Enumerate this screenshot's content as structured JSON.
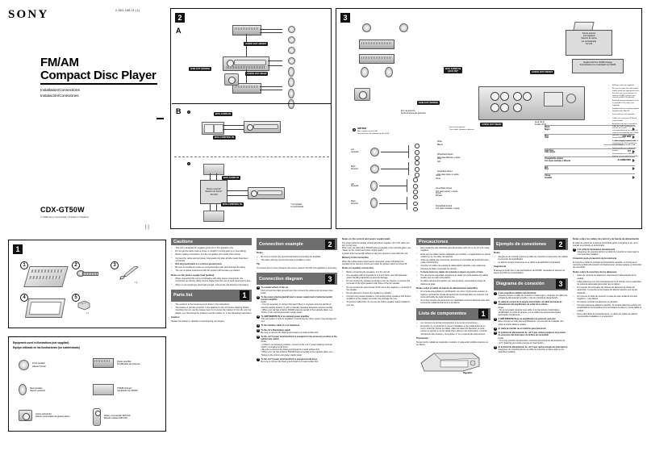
{
  "document": {
    "brand": "SONY",
    "part_number": "2-663-188-21 (1)",
    "title_line1": "FM/AM",
    "title_line2": "Compact Disc Player",
    "subtitle_en": "Installation/Connections",
    "subtitle_es": "Instalación/Conexiones",
    "model": "CDX-GT50W",
    "copyright": "© 2006 Sony Corporation   Printed in Thailand"
  },
  "panels": {
    "p1": "1",
    "p2": "2",
    "p3": "3"
  },
  "panel1": {
    "parts": [
      {
        "ref": "1",
        "name": "mounting-bracket"
      },
      {
        "ref": "2",
        "name": "screws"
      },
      {
        "ref": "3",
        "name": "release-key",
        "qty": "× 2"
      },
      {
        "ref": "4",
        "name": "trim-frame"
      },
      {
        "ref": "5",
        "name": "protector",
        "qty": "× 1"
      }
    ]
  },
  "equipment": {
    "title_en": "Equipment used in illustrations (not supplied)",
    "title_es": "Equipo utilizado en las ilustraciones (no suministrado)",
    "items": [
      {
        "en": "Front speaker",
        "es": "Altavoz frontal",
        "icon": "speaker-round-icon"
      },
      {
        "en": "Power amplifier",
        "es": "Amplificador de potencia",
        "icon": "amplifier-icon"
      },
      {
        "en": "Rear speaker",
        "es": "Altavoz posterior",
        "icon": "speaker-oval-icon"
      },
      {
        "en": "CD/MD changer",
        "es": "Cambiador de CD/MD",
        "icon": "changer-icon"
      },
      {
        "en": "Active subwoofer",
        "es": "Altavoz potenciador de graves activo",
        "icon": "subwoofer-icon"
      },
      {
        "en": "Rotary commander RM-X4S",
        "es": "Mando rotatorio RM-X4S",
        "icon": "rotary-commander-icon"
      }
    ]
  },
  "panel2": {
    "section_a": "A",
    "section_b": "B",
    "labels": {
      "audio_out_front": "AUDIO OUT FRONT",
      "audio_out_rear": "AUDIO OUT REAR",
      "sub_out_mono": "SUB OUT (MONO)",
      "bus_audio_in": "BUS AUDIO IN",
      "bus_control_in": "BUS CONTROL IN"
    },
    "source_selector": "Source selector*\nSelector de fuente*\nXA-C30",
    "footnote": "* not supplied\n  no suministrado"
  },
  "panel3": {
    "labels": {
      "bus_audio_in": "BUS AUDIO IN\n(AUX IN)*",
      "audio_out_front": "AUDIO OUT FRONT",
      "audio_out_rear": "AUDIO OUT REAR",
      "sub_out_mono": "SUB OUT (MONO)",
      "bus_control_in": "BUS CONTROL IN",
      "antenna": "from car antenna\ndesde la antena del automóvil",
      "fuse": "Fuse (10 A)\nFusible (10 A)",
      "amp_rem": "AMP REM",
      "amp_rem_note": "Max. supply current 0.3 A\nCorriente máx. de alimentación de 0,3 A",
      "fuse_note": "Fuse (wire) optional\nCon fusible, alambre y diversos",
      "supplied_box": "Supplied with the CD/MD changer\nSuministrado con el cambiador de CD/MD",
      "source_selector_box": "Source selector\n(not supplied)\nSelector de fuente\n(no suministrado)\nXA-C30"
    },
    "speakers": [
      {
        "pos_en": "Left",
        "pos_es": "Izquierda",
        "type": "front",
        "wire_en": "White",
        "wire_es": "Blanco",
        "stripe_en": "White/black striped",
        "stripe_es": "Con rayas blancas y negras"
      },
      {
        "pos_en": "Right",
        "pos_es": "Derecha",
        "type": "front",
        "wire_en": "Gray",
        "wire_es": "Gris",
        "stripe_en": "Gray/black striped",
        "stripe_es": "Con rayas grises y negras"
      },
      {
        "pos_en": "Left",
        "pos_es": "Izquierda",
        "type": "rear",
        "wire_en": "Green",
        "wire_es": "Verde",
        "stripe_en": "Green/black striped",
        "stripe_es": "Con rayas verdes y negras"
      },
      {
        "pos_en": "Right",
        "pos_es": "Derecha",
        "type": "rear",
        "wire_en": "Purple",
        "wire_es": "Morado",
        "stripe_en": "Purple/black striped",
        "stripe_es": "Con rayas moradas y negras"
      }
    ],
    "power_leads": [
      {
        "en": "Black",
        "es": "Negro",
        "mark": "⏚",
        "fn": ""
      },
      {
        "en": "Blue",
        "es": "Azul",
        "mark": "",
        "fn": "ANT REM",
        "note_en": "Max. supply current 0.1 A",
        "note_es": "Corriente máx. de alimentación de 0,1 A"
      },
      {
        "en": "Light blue",
        "es": "Azul celeste",
        "mark": "",
        "fn": "ATT"
      },
      {
        "en": "Orange/white striped",
        "es": "Con rayas naranjas y blancas",
        "mark": "",
        "fn": "ILLUMINATION"
      },
      {
        "en": "Red",
        "es": "Rojo",
        "mark": "",
        "fn": ""
      },
      {
        "en": "Yellow",
        "es": "Amarillo",
        "mark": "",
        "fn": ""
      }
    ],
    "notes_right_en": [
      "RCA pin cord (not supplied)",
      "Be sure to match the color-coded and/or audio line appropriate jacks from the unit. If you connect an optional CD/MD changer, you cannot use AUX IN terminal.",
      "Auxiliary optional equipment such as portable DVD player (not supplied)",
      "Supplied with the auxiliary adaptor",
      "Supplied with XA-C30",
      "Insert with the cord upwards."
    ],
    "notes_right_es": [
      "Cable con conectores RCA (no suministrado)",
      "Asegúrese de hacer coincidir el cable de audio codificado con colores en la toma correspondiente de la unidad. Si conecta un cambiador de CD/MD opcional, no podrá utilizar el terminal AUX IN.",
      "Equipo opcional auxiliar como un reproductor de DVD portátil (no suministrado)",
      "Suministrado con el adaptador auxiliar",
      "Suministrado con el XA-C30",
      "Insertar con el cable hacia arriba."
    ]
  },
  "col_en": {
    "cautions": {
      "heading": "Cautions",
      "items": [
        "This unit is designed for negative ground 12 V DC operation only.",
        "Do not get the leads under a screw, or caught in moving parts (e.g. seat railing).",
        "Before making connections, turn the car ignition off to avoid short circuits.",
        "Connect the yellow and red power input leads only after all other leads have been connected.",
        "Run all ground leads to a common ground point.",
        "Be sure to insulate any loose un-connected wires with electrical tape for safety.",
        "The use of optical instruments with this product will increase eye hazard."
      ],
      "sub": "Notes on the power supply lead (yellow)",
      "subitems": [
        "When connecting this unit in combination with other stereo components, the connected car circuit's rating must be higher than the sum of each component's fuse.",
        "When no car circuits are rated high enough, connect the unit directly to the battery."
      ]
    },
    "parts_list": {
      "heading": "Parts list",
      "panel": "1",
      "items": [
        "The numbers in the list are keyed to those in the instructions.",
        "The bracket ① and the protector ② are attached to the unit before shipping. Before mounting the unit, use the release keys ③ to remove the bracket ① from the unit. For details, see \"Removing the protector and the bracket ②\" in the Operating Instructions."
      ],
      "caution_title": "Caution",
      "caution_text": "Handle the bracket ① carefully to avoid injuring your fingers."
    },
    "connection_example": {
      "heading": "Connection example",
      "panel": "2",
      "notes": [
        "Be sure to connect the ground lead before connecting the amplifier.",
        "The alarm will only sound if the built-in amplifier is used."
      ],
      "tip_title": "Tip",
      "tip_text": "To connect two or more changers, the source selector XA-C30 (not supplied) is necessary."
    },
    "connection_diagram": {
      "heading": "Connection diagram",
      "panel": "3",
      "items": [
        {
          "num": "1",
          "title": "To a metal surface of the car",
          "text": "First connect the black ground lead, then connect the yellow and red power input leads."
        },
        {
          "num": "2",
          "title": "To the power antenna (aerial) lead or power supply lead of antenna (aerial) booster amplifier",
          "text": "Notes\n• It is not necessary to connect this lead if there is no power antenna (aerial) or antenna (aerial) booster, or with a manually operated telescopic antenna (aerial).\n• When your car has a built-in FM/AM antenna (aerial) in the rear/side glass, see \"Notes on the control and power supply leads.\""
        },
        {
          "num": "3",
          "title": "To AMP REMOTE IN of an optional power amplifier",
          "text": "This connection is only for amplifiers. Connecting any other system may damage the unit."
        },
        {
          "num": "4",
          "title": "To the interface cable of a car telephone"
        },
        {
          "num": "5",
          "title": "To the car's illumination signal",
          "text": "Be sure to connect the black ground lead to a metal surface first."
        },
        {
          "num": "6",
          "title": "To the +12 V power terminal which is energized in the accessory position of the ignition key switch",
          "text": "Notes\n• If there is no accessory position, connect to the +12 V power (battery) terminal which is energized at all times.\n• Be sure to connect the black ground lead to a metal surface first.\n• When your car has a built-in FM/AM antenna (aerial) in the rear/side glass, see \"Notes on the control and power supply leads.\""
        },
        {
          "num": "7",
          "title": "To the +12 V power terminal which is energized at all times",
          "text": "Be sure to connect the black ground lead to a metal surface first."
        }
      ],
      "notes_title": "Notes on the control and power supply leads",
      "notes_text": "The power antenna (aerial) control lead (blue) supplies +12 V DC when you turn on the tuner.\nWhen your car has built-in FM/AM antenna (aerial) in the rear/side glass, see \"Notes on the control and power supply leads.\"\nA power antenna (aerial) without a relay box cannot be used with this unit.",
      "memory_title": "Memory hold connection",
      "memory_text": "When the yellow power input lead is connected, power will always be supplied to the memory circuit even when the ignition switch is turned off.",
      "speaker_title": "Notes on speaker connection",
      "speaker_items": [
        "Before connecting the speakers, turn the unit off.",
        "Use speakers with an impedance of 4 to 8 ohms, and with adequate power handling capacities to avoid its damage.",
        "Do not connect the speaker terminals to the car chassis, or connect the terminals of the right speakers with those of the left speaker.",
        "Do not connect the ground lead of this unit to the negative (−) terminal of the speaker.",
        "Do not attempt to connect the speakers in parallel.",
        "Connect only passive speakers. Connecting active speakers with built-in amplifiers to the speaker terminals may damage the unit.",
        "To avoid a malfunction, do not use the built-in speaker leads installed in your car."
      ]
    }
  },
  "col_es": {
    "precauciones": {
      "heading": "Precauciones",
      "items": [
        "Esta unidad ha sido diseñada para alimentarse sólo con cc de 12 V de masa negativa.",
        "Evite que los cables queden atrapados por tornillos, o enganchados en piezas móviles (p. ej. los raíles del asiento).",
        "Antes de realizar las conexiones, desactive el encendido del automóvil para evitar cortocircuitos.",
        "Conecte los cables de entrada de alimentación amarillo y rojo solamente después de haber conectado los demás.",
        "Conecte todos los cables de conexión a masa a un punto común.",
        "Por razones de seguridad, asegúrese de aislar con cinta aislante los cables sueltos que no estén conectados.",
        "Si utiliza instrumentos ópticos con este producto, aumentará el riesgo de dañarse la vista."
      ],
      "sub": "Notas sobre el cable de fuente de alimentación (amarillo)",
      "subitems": [
        "Si conecta esta unidad en combinación con otros componentes estéreo, el régimen nominal del circuito del automóvil conectado debe ser superior a la suma del fusible de cada componente.",
        "Si no hay circuitos del automóvil con capacidad nominal suficientemente alta, conecte la unidad directamente a la batería."
      ]
    },
    "lista": {
      "heading": "Lista de componentes",
      "panel": "1",
      "items": [
        "Los números de la lista corresponden a los de las instrucciones.",
        "El soporte ① y el protector ② vienen instalados en la unidad antes de su envío. Antes de montar la unidad, utilice las llaves de liberación ③ para extraer el soporte ① de la unidad. Para obtener más información, consulte \"Extracción del protector y del soporte ②\" en el manual de instrucciones."
      ],
      "caution_title": "Precaución",
      "caution_text": "Tenga mucho cuidado al manipular el soporte ① para evitar posibles lesiones en los dedos.",
      "figure_label": "Regulador"
    },
    "ejemplo": {
      "heading": "Ejemplo de conexiones",
      "panel": "2",
      "notes_title": "Notas",
      "notes": [
        "Asegúrese de conectar primero el cable de conexión a masa antes de realizar la conexión del amplificador.",
        "La alarma sonará únicamente si se utiliza el amplificador incorporado."
      ],
      "tip_title": "Sugerencia",
      "tip_text": "Si desea conectar dos o más cambiadores de CD/MD, necesitará el selector de fuente XA-C30 (no suministrado)."
    },
    "diagrama": {
      "heading": "Diagrama de conexión",
      "panel": "3",
      "items": [
        {
          "num": "1",
          "title": "A una superficie metálica del automóvil",
          "text": "Conecte primero el cable de conexión a masa negro y, después los cables de entrada de alimentación amarillo y rojo de entrada de alimentación."
        },
        {
          "num": "2",
          "title": "Al cable de control de la antena motorizada o al cable de fuente de alimentación del amplificador de señal de la antena",
          "text": "Notas\n• No es necesario conectar este cable si no hay antena motorizada o amplificador de señal de antena, o si se utiliza una antena telescópica accionada manualmente."
        },
        {
          "num": "3",
          "title": "A AMP REMOTE IN de un amplificador de potencia opcional",
          "text": "Esta conexión es sólo para amplificadores. La conexión de cualquier otro sistema puede dañar la unidad."
        },
        {
          "num": "4",
          "title": "Al cable de interfaz de un teléfono para automóvil"
        },
        {
          "num": "5",
          "title": "Al terminal de alimentación de +12 V que recibe energía en la posición de accesorio del interruptor de la llave de encendido",
          "text": "Notas\n• Si no hay posición de accesorio, conéctelo al terminal de alimentación de +12 V (batería) que recibe energía sin interrupción."
        },
        {
          "num": "6",
          "title": "Al terminal de alimentación de +12 V que recibe energía sin interrupción",
          "text": "Asegúrese de conectar primero el cable de conexión a masa negro a una superficie metálica."
        },
        {
          "num": "7",
          "title": "A la señal de iluminación del automóvil",
          "text": "Asegúrese de conectar primero el cable de conexión a masa negro a una superficie metálica."
        }
      ],
      "notes_title": "Notas sobre los cables de control y de fuente de alimentación",
      "notes_text": "El cable de control de la antena motorizada (azul) suministra cc de +12 V cuando se enciende el sintonizador.",
      "memory_title": "Conexión para protección de la memoria",
      "memory_text": "Si conecta el cable de entrada de alimentación amarillo, el circuito de la memoria recibirá alimentación constantemente, aunque apague el interruptor de encendido.",
      "speaker_title": "Notas sobre la conexión de los altavoces",
      "speaker_items": [
        "Antes de conectar los altavoces, desconecte la alimentación de la unidad.",
        "Utilice altavoces con una impedancia de 4 a 8 ohmios con la capacidad de potencia adecuada para evitar que se dañen.",
        "No conecte los terminales del sistema de altavoces al chasis del automóvil, ni conecte los terminales del altavoz derecho con los del izquierdo.",
        "No conecte el cable de conexión a masa de esta unidad al terminal negativo (−) del altavoz.",
        "No intente conectar los altavoces en paralelo.",
        "Conecte solamente altavoces pasivos. Si conecta altavoces activos con amplificadores incorporados a los terminales de altavoz, puede dañar la unidad.",
        "Para evitar fallos de funcionamiento, no utilice los cables de altavoz incorporados instalados en el automóvil."
      ]
    }
  }
}
